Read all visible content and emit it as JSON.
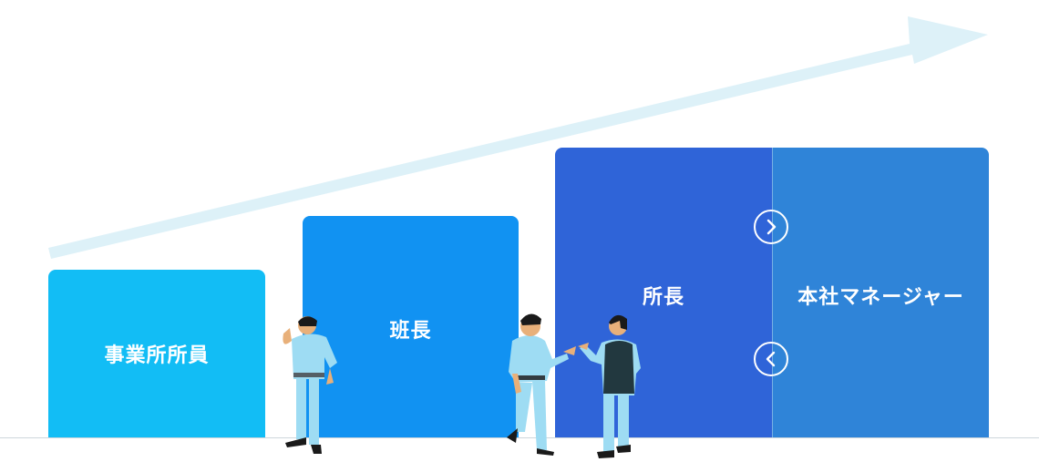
{
  "stages": [
    {
      "label": "事業所所員",
      "color": "#12BDF5"
    },
    {
      "label": "班長",
      "color": "#1192F2"
    },
    {
      "label": "所長",
      "color": "#2F64D8"
    },
    {
      "label": "本社マネージャー",
      "color": "#2F84D8"
    }
  ],
  "arrow_color": "#DDF1F8",
  "navigation": {
    "next_icon": "chevron-right-icon",
    "prev_icon": "chevron-left-icon"
  }
}
